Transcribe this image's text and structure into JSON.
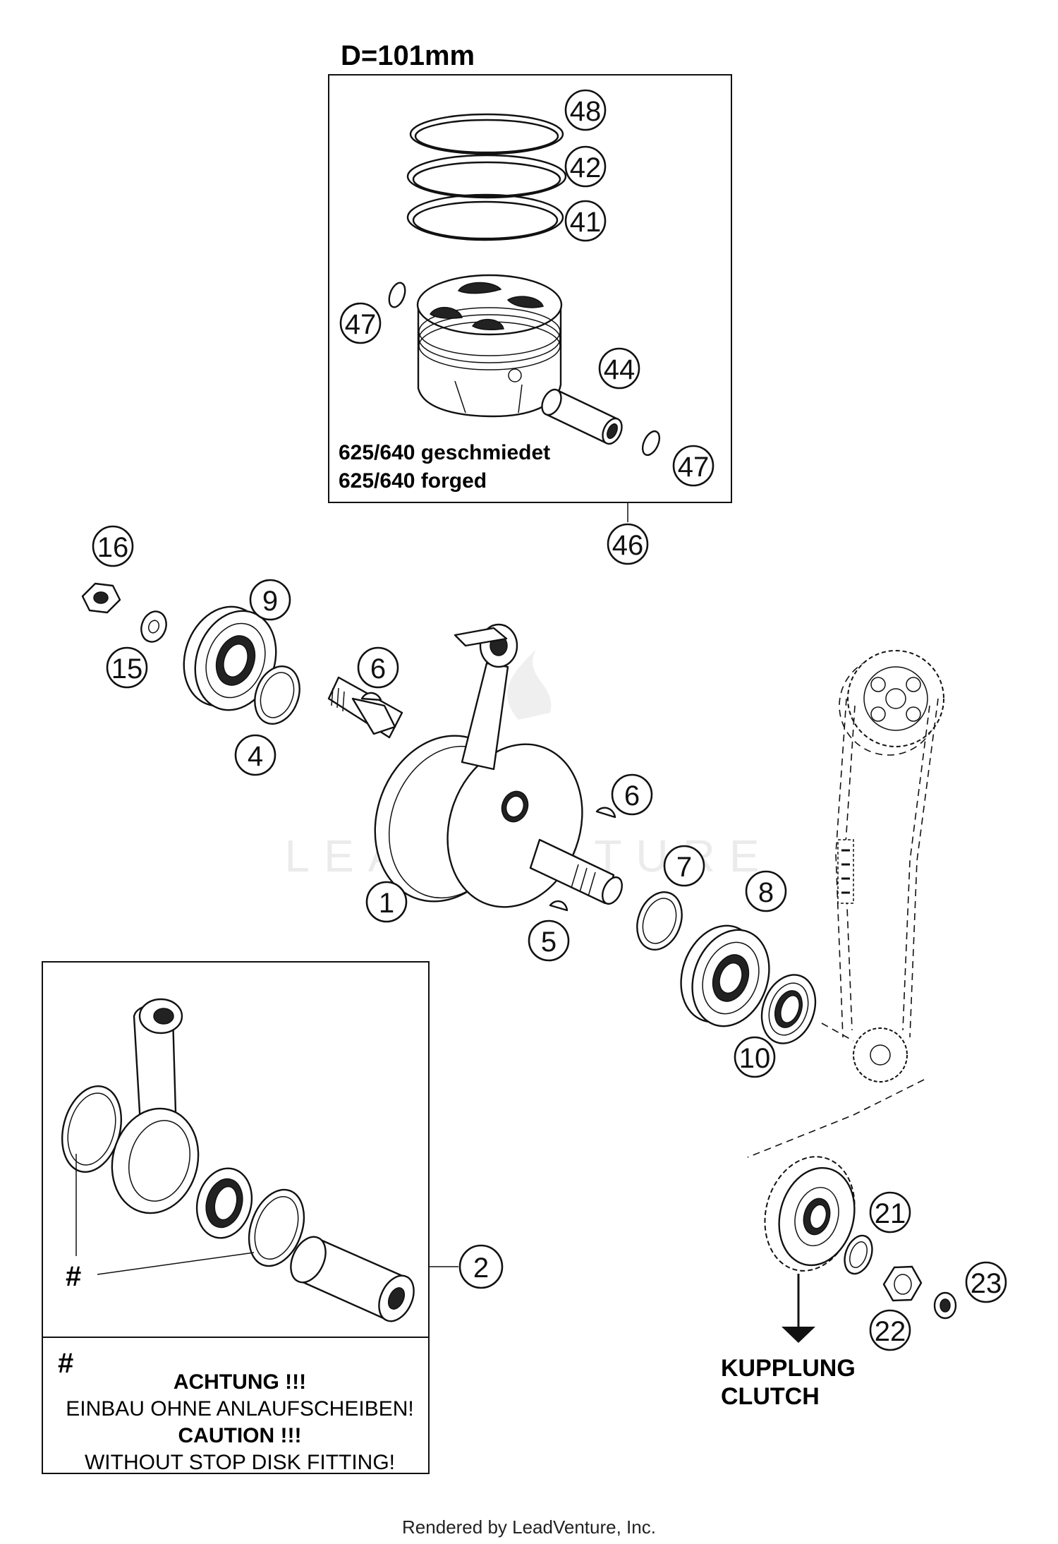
{
  "piston_kit": {
    "title": "D=101mm",
    "note_line1": "625/640  geschmiedet",
    "note_line2": "625/640  forged"
  },
  "callouts": {
    "c48": "48",
    "c42": "42",
    "c41": "41",
    "c47a": "47",
    "c44": "44",
    "c47b": "47",
    "c46": "46",
    "c16": "16",
    "c9": "9",
    "c15": "15",
    "c6a": "6",
    "c4": "4",
    "c6b": "6",
    "c1": "1",
    "c7": "7",
    "c8": "8",
    "c5": "5",
    "c10": "10",
    "c2": "2",
    "c21": "21",
    "c23": "23",
    "c22": "22"
  },
  "conrod_kit": {
    "hash_mark": "#",
    "warning_hash": "#",
    "warning_line1": "ACHTUNG !!!",
    "warning_line2": "EINBAU OHNE ANLAUFSCHEIBEN!",
    "warning_line3": "CAUTION !!!",
    "warning_line4": "WITHOUT STOP DISK FITTING!"
  },
  "clutch_label": {
    "line1": "KUPPLUNG",
    "line2": "CLUTCH"
  },
  "watermark": "LEADVENTURE",
  "footer": "Rendered by LeadVenture, Inc."
}
